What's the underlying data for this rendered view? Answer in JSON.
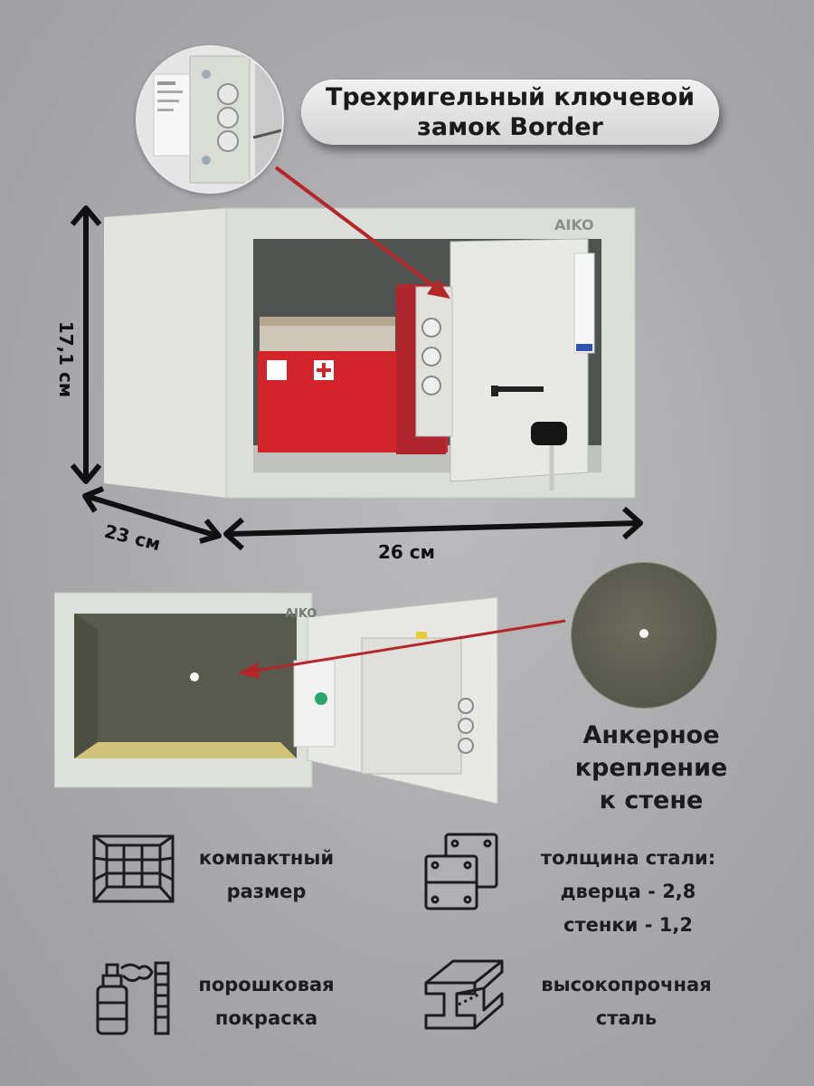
{
  "lock_callout": {
    "line1": "Трехригельный ключевой",
    "line2": "замок Border"
  },
  "brand": "AIKO",
  "dimensions": {
    "height": "17,1 см",
    "depth": "23 см",
    "width": "26 см"
  },
  "anchor_callout": {
    "line1": "Анкерное",
    "line2": "крепление",
    "line3": "к стене"
  },
  "features": {
    "compact": {
      "line1": "компактный",
      "line2": "размер",
      "icon": "room-grid-icon"
    },
    "steel_thickness": {
      "line1": "толщина стали:",
      "line2": "дверца - 2,8",
      "line3": "стенки - 1,2",
      "icon": "steel-plates-icon"
    },
    "powder_coat": {
      "line1": "порошковая",
      "line2": "покраска",
      "icon": "spray-can-icon"
    },
    "high_strength": {
      "line1": "высокопрочная",
      "line2": "сталь",
      "icon": "steel-beam-icon"
    }
  },
  "colors": {
    "background": "#a9a9ab",
    "safe_body": "#dfe1dc",
    "arrow_red": "#b3262a",
    "interior_dark": "#4f5552",
    "anchor_interior": "#585a4d"
  }
}
